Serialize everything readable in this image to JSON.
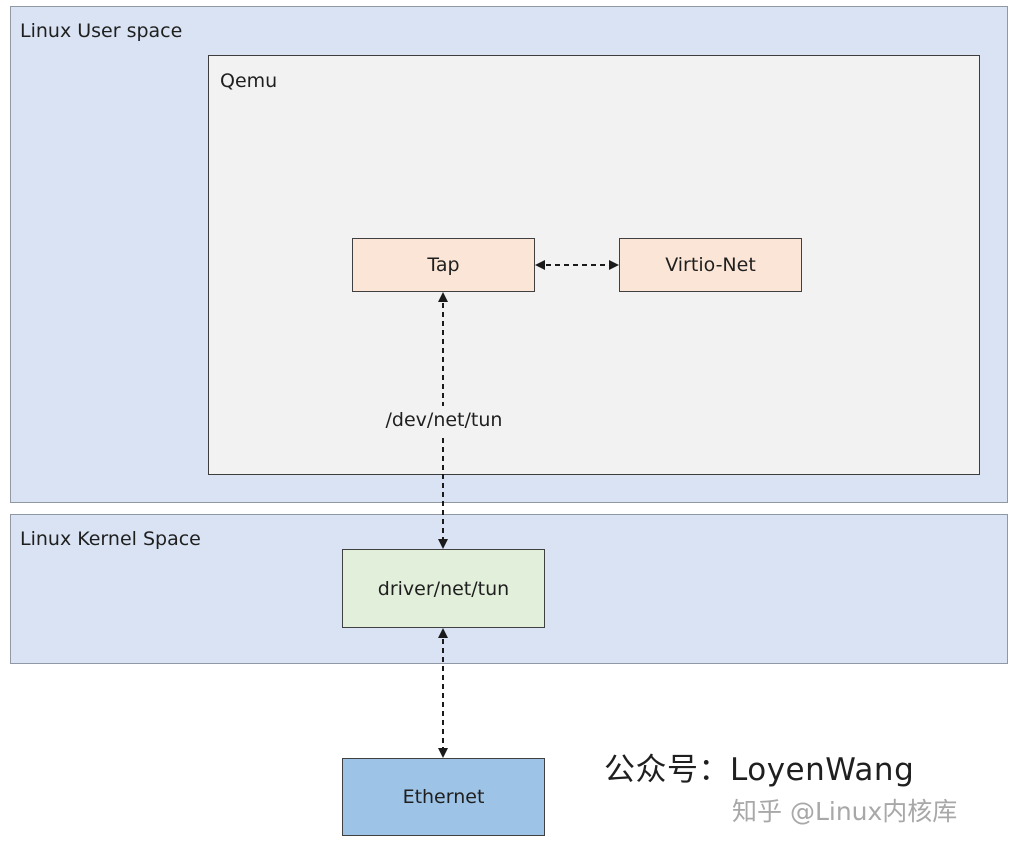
{
  "regions": {
    "user_space": "Linux User space",
    "kernel_space": "Linux Kernel Space",
    "qemu": "Qemu"
  },
  "nodes": {
    "tap": "Tap",
    "virtio_net": "Virtio-Net",
    "tun_driver": "driver/net/tun",
    "ethernet": "Ethernet"
  },
  "connectors": {
    "tap_to_driver_label": "/dev/net/tun"
  },
  "caption": "公众号：LoyenWang",
  "watermark": "知乎 @Linux内核库",
  "colors": {
    "space_fill": "#d9e3f3",
    "qemu_fill": "#f2f2f2",
    "user_node_fill": "#fbe5d6",
    "kernel_node_fill": "#e2efda",
    "ethernet_fill": "#9dc3e6"
  }
}
